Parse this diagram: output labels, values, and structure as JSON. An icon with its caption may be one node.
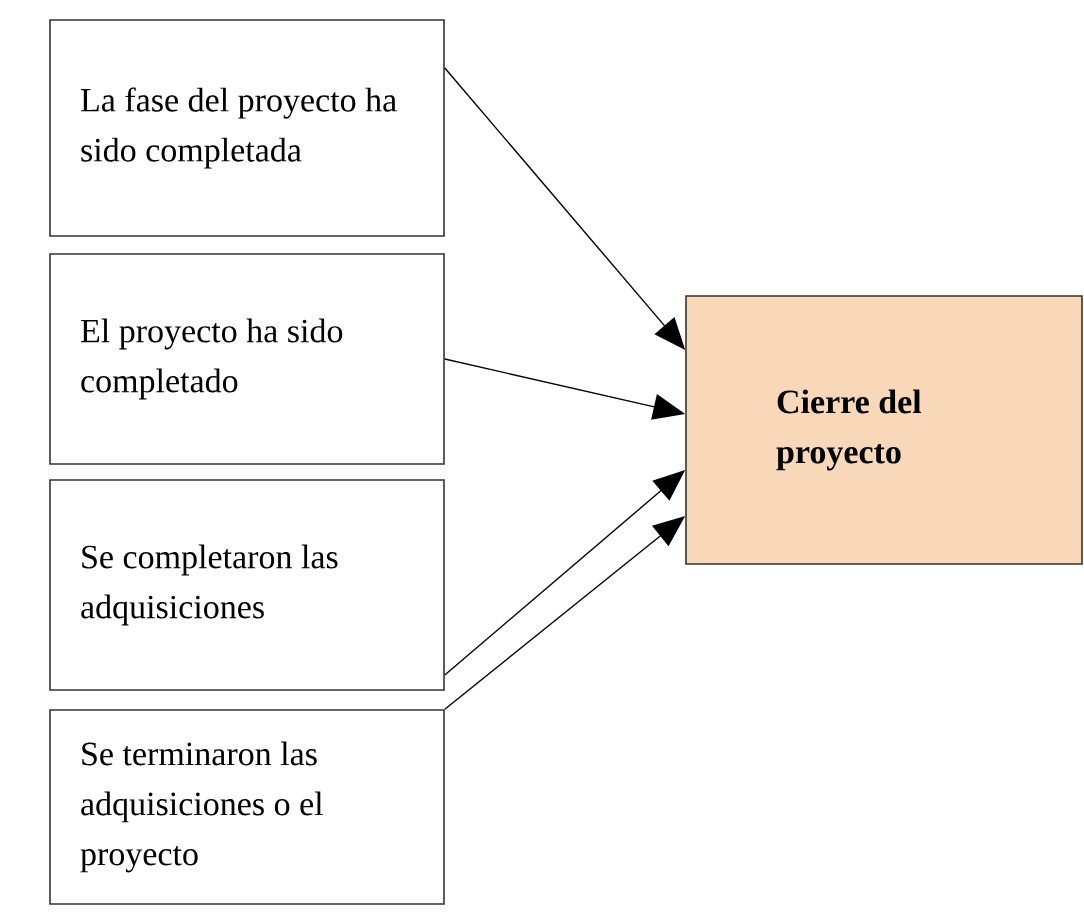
{
  "diagram": {
    "nodes": [
      {
        "text": [
          "La fase del proyecto ha sido completada"
        ]
      },
      {
        "text": [
          "El proyecto ha sido completado"
        ]
      },
      {
        "text": [
          "Se completaron las adquisiciones"
        ]
      },
      {
        "text": [
          "Se terminaron las adquisiciones o el proyecto"
        ]
      },
      {
        "text": [
          "**Cierre del proyecto**"
        ]
      }
    ],
    "edges": [
      {
        "from": 0,
        "to": 4,
        "arrow": "to"
      },
      {
        "from": 1,
        "to": 4,
        "arrow": "to"
      },
      {
        "from": 2,
        "to": 4,
        "arrow": "to"
      },
      {
        "from": 3,
        "to": 4,
        "arrow": "to"
      }
    ]
  }
}
